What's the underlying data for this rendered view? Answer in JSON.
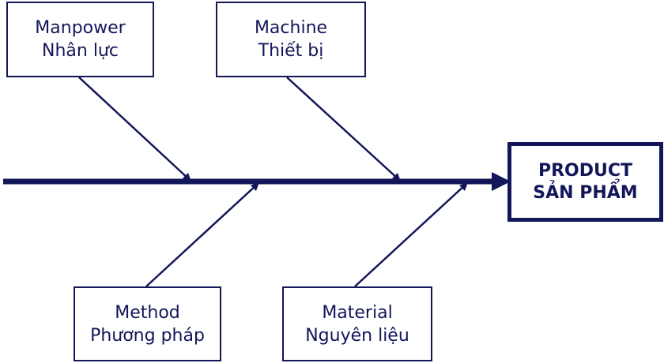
{
  "diagram": {
    "type": "fishbone",
    "line_color": "#13175a",
    "effect": {
      "line1": "PRODUCT",
      "line2": "SẢN PHẨM"
    },
    "causes": {
      "manpower": {
        "line1": "Manpower",
        "line2": "Nhân lực"
      },
      "machine": {
        "line1": "Machine",
        "line2": "Thiết bị"
      },
      "method": {
        "line1": "Method",
        "line2": "Phương pháp"
      },
      "material": {
        "line1": "Material",
        "line2": "Nguyên liệu"
      }
    }
  }
}
